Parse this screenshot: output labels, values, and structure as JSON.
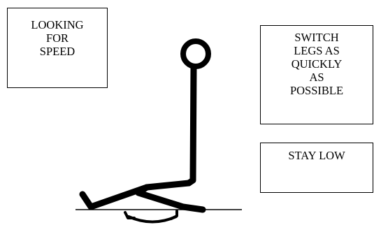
{
  "notes": {
    "speed": {
      "lines": [
        "LOOKING",
        "FOR",
        "SPEED"
      ]
    },
    "switch": {
      "lines": [
        "SWITCH",
        "LEGS AS",
        "QUICKLY",
        "AS",
        "POSSIBLE"
      ]
    },
    "stay_low": {
      "lines": [
        "STAY LOW"
      ]
    }
  },
  "figure": {
    "pose": "seated figure with one leg extended, switching legs",
    "colors": {
      "ink": "#000000",
      "background": "#ffffff"
    },
    "icons": [
      "stick-figure-icon",
      "double-headed-curved-arrow-icon"
    ]
  }
}
